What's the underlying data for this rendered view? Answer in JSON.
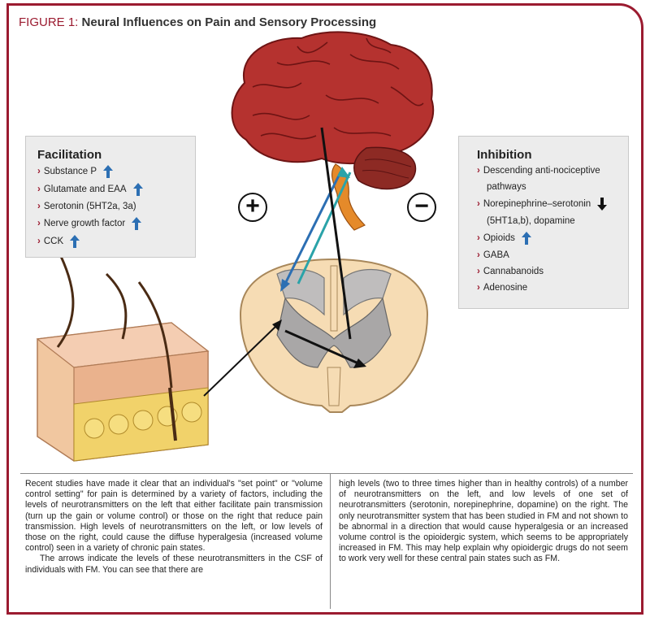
{
  "figure": {
    "label": "FIGURE 1:",
    "title": "Neural Influences on Pain and Sensory Processing"
  },
  "facilitation": {
    "heading": "Facilitation",
    "items": [
      {
        "text": "Substance P",
        "arrow": "up"
      },
      {
        "text": "Glutamate and EAA",
        "arrow": "up"
      },
      {
        "text": "Serotonin (5HT2a, 3a)",
        "arrow": ""
      },
      {
        "text": "Nerve growth factor",
        "arrow": "up"
      },
      {
        "text": "CCK",
        "arrow": "up"
      }
    ]
  },
  "inhibition": {
    "heading": "Inhibition",
    "items": [
      {
        "text": "Descending anti-nociceptive",
        "arrow": ""
      },
      {
        "text": "pathways",
        "arrow": ""
      },
      {
        "text": "Norepinephrine–serotonin",
        "arrow": "down"
      },
      {
        "text": "(5HT1a,b), dopamine",
        "arrow": ""
      },
      {
        "text": "Opioids",
        "arrow": "up"
      },
      {
        "text": "GABA",
        "arrow": ""
      },
      {
        "text": "Cannabanoids",
        "arrow": ""
      },
      {
        "text": "Adenosine",
        "arrow": ""
      }
    ]
  },
  "symbols": {
    "plus": "+",
    "minus": "−"
  },
  "colors": {
    "accent": "#9b1b30",
    "arrow_up": "#2c6fb3",
    "arrow_down": "#111111",
    "box_bg": "#ececec"
  },
  "caption": {
    "left_p1": "Recent studies have made it clear that an individual's \"set point\" or \"volume control setting\" for pain is determined by a variety of factors, including the levels of neurotransmitters on the left that either facilitate pain transmission (turn up the gain or volume control) or those on the right that reduce pain transmission. High levels of neurotransmitters on the left, or low levels of those on the right, could cause the diffuse hyperalgesia (increased volume control) seen in a variety of chronic pain states.",
    "left_p2": "The arrows indicate the levels of these neurotransmitters in the CSF of individuals with FM. You can see that there are",
    "right_p1": "high levels (two to three times higher than in healthy controls) of a number of neurotransmitters on the left, and low levels of one set of neurotransmitters (serotonin, norepinephrine, dopamine) on the right. The only neurotransmitter system that has been studied in FM and not shown to be abnormal in a direction that would cause hyperalgesia or an increased volume control is the opioidergic system, which seems to be appropriately increased in FM. This may help explain why opioidergic drugs do not seem to work very well for these central pain states such as FM."
  }
}
